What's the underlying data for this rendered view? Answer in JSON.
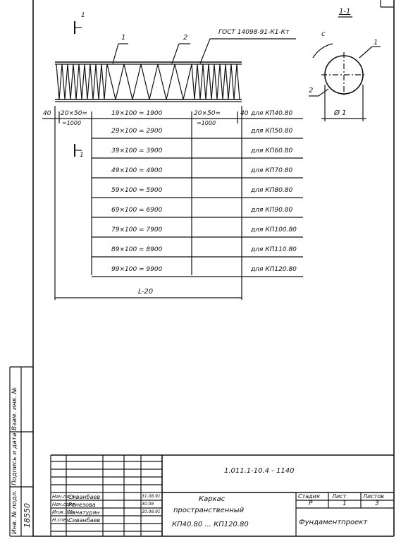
{
  "section_marks": {
    "top_left": "1",
    "mid_left": "1",
    "section_title": "1-1"
  },
  "callouts": {
    "pos1": "1",
    "pos2": "2",
    "gost": "ГОСТ 14098-91-К1-Кт",
    "section_c": "c",
    "section_1": "1",
    "section_2": "2",
    "diameter": "Ø 1"
  },
  "dims_header": {
    "left_end": "40",
    "left_span": "20×50=",
    "left_span_total": "=1000",
    "center": "19×100 = 1900",
    "right_span": "20×50=",
    "right_span_total": "=1000",
    "right_end": "40",
    "first_label": "для КП40.80"
  },
  "dims_rows": [
    {
      "dim": "29×100 = 2900",
      "label": "для КП50.80"
    },
    {
      "dim": "39×100 = 3900",
      "label": "для КП60.80"
    },
    {
      "dim": "49×100 = 4900",
      "label": "для КП70.80"
    },
    {
      "dim": "59×100 = 5900",
      "label": "для КП80.80"
    },
    {
      "dim": "69×100 = 6900",
      "label": "для КП90.80"
    },
    {
      "dim": "79×100 = 7900",
      "label": "для КП100.80"
    },
    {
      "dim": "89×100 = 8900",
      "label": "для КП110.80"
    },
    {
      "dim": "99×100 = 9900",
      "label": "для КП120.80"
    }
  ],
  "total_dim": "L-20",
  "side_stamp": {
    "inv_podl": "Инв. № подл.",
    "podpis": "Подпись и дата",
    "vzam": "Взам. инв. №",
    "number": "18550"
  },
  "title_block": {
    "doc_code": "1.011.1-10.4 - 1140",
    "title_line1": "Каркас",
    "title_line2": "пространственный",
    "title_line3": "КП40.80 ... КП120.80",
    "stage_h": "Стадия",
    "sheet_h": "Лист",
    "sheets_h": "Листов",
    "stage": "Р",
    "sheet": "1",
    "sheets": "3",
    "org": "Фундаментпроект",
    "people": [
      {
        "role": "Нач.по-ч",
        "name": "Сиванбаев",
        "date": "31.08.91"
      },
      {
        "role": "Нач.сект.",
        "name": "Ренезова",
        "date": "30.08"
      },
      {
        "role": "Инж. II к",
        "name": "Хачатурян",
        "date": "20.08.91"
      },
      {
        "role": "Н.спец.",
        "name": "Сиванбаев",
        "date": ""
      }
    ]
  }
}
